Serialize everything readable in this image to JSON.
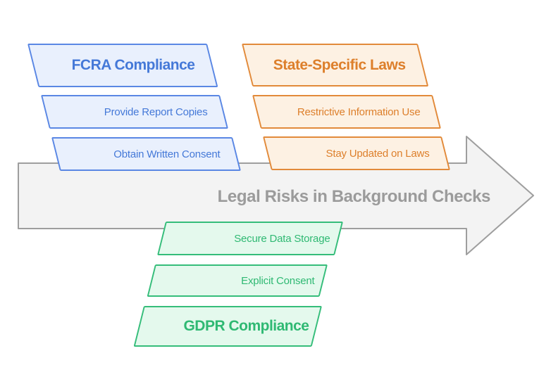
{
  "title": "Legal Risks in Background Checks",
  "groups": [
    {
      "id": "fcra-compliance",
      "header": "FCRA Compliance",
      "items": [
        "Provide Report Copies",
        "Obtain Written Consent"
      ]
    },
    {
      "id": "state-specific-laws",
      "header": "State-Specific Laws",
      "items": [
        "Restrictive Information Use",
        "Stay Updated on Laws"
      ]
    },
    {
      "id": "gdpr-compliance",
      "header": "GDPR Compliance",
      "items": [
        "Secure Data Storage",
        "Explicit Consent"
      ]
    }
  ],
  "colors": {
    "blue_border": "#5a87e4",
    "blue_fill": "#e9f0fd",
    "blue_text": "#4579d8",
    "orange_border": "#e28a3a",
    "orange_fill": "#fdf1e3",
    "orange_text": "#dd7f2b",
    "green_border": "#35bd7a",
    "green_fill": "#e4f9ed",
    "green_text": "#2fb973",
    "arrow_fill": "#f3f3f3",
    "arrow_stroke": "#9e9e9e",
    "title_color": "#9b9b9b"
  }
}
